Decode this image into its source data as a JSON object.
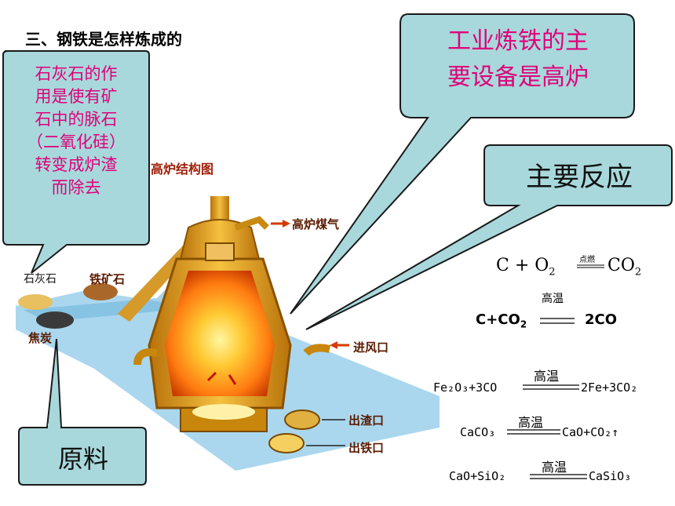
{
  "heading": "三、钢铁是怎样炼成的",
  "callouts": {
    "limestone_role": [
      "石灰石的作",
      "用是使有矿",
      "石中的脉石",
      "（二氧化硅）",
      "转变成炉渣",
      "而除去"
    ],
    "main_equipment": [
      "工业炼铁的主",
      "要设备是高炉"
    ],
    "main_reactions": "主要反应",
    "raw_materials": "原料"
  },
  "diagram": {
    "title": "高炉结构图",
    "labels": {
      "furnace_gas": "高炉煤气",
      "air_inlet": "进风口",
      "slag_outlet": "出渣口",
      "iron_outlet": "出铁口"
    },
    "materials": {
      "limestone": "石灰石",
      "iron_ore": "铁矿石",
      "coke": "焦炭"
    }
  },
  "equations": [
    {
      "lhs": "C + O",
      "lhs_sub": "2",
      "condition": "点燃",
      "rhs": "CO",
      "rhs_sub": "2"
    },
    {
      "condition": "高温",
      "lhs": "C+CO",
      "lhs_sub": "2",
      "rhs": "2CO"
    },
    {
      "condition": "高温",
      "lhs": "Fe₂O₃+3CO",
      "rhs": "2Fe+3CO₂"
    },
    {
      "condition": "高温",
      "lhs": "CaCO₃",
      "rhs": "CaO+CO₂↑"
    },
    {
      "condition": "高温",
      "lhs": "CaO+SiO₂",
      "rhs": "CaSiO₃"
    }
  ],
  "colors": {
    "callout_fill": "#a8d8db",
    "callout_stroke": "#1a1a1a",
    "magenta_text": "#e0007a",
    "conveyor": "#8ec9e8",
    "furnace_gold": "#e8a317",
    "furnace_hot": "#ff6a00"
  }
}
